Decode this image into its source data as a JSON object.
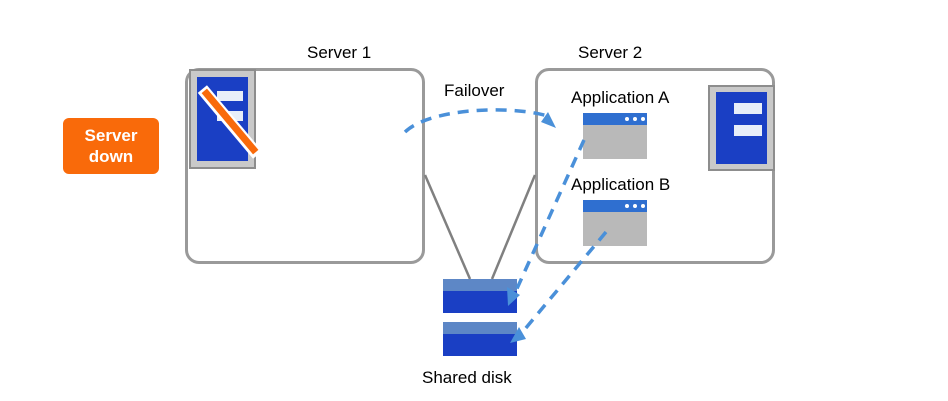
{
  "diagram": {
    "title_server1": "Server 1",
    "title_server2": "Server 2",
    "failover_label": "Failover",
    "server_down_line1": "Server",
    "server_down_line2": "down",
    "app_a_label": "Application  A",
    "app_b_label": "Application  B",
    "shared_disk_label": "Shared disk",
    "icons": {
      "server_tower_failed": "server-tower-down-icon",
      "server_tower_active": "server-tower-icon",
      "app_window": "application-window-icon",
      "disk_unit": "disk-icon",
      "failover_arrow": "dashed-arrow-icon"
    },
    "colors": {
      "accent_orange": "#f96a0a",
      "server_blue": "#1a3fc4",
      "arrow_blue": "#4a90d9",
      "box_gray": "#9a9a9a",
      "line_gray": "#808080"
    }
  }
}
